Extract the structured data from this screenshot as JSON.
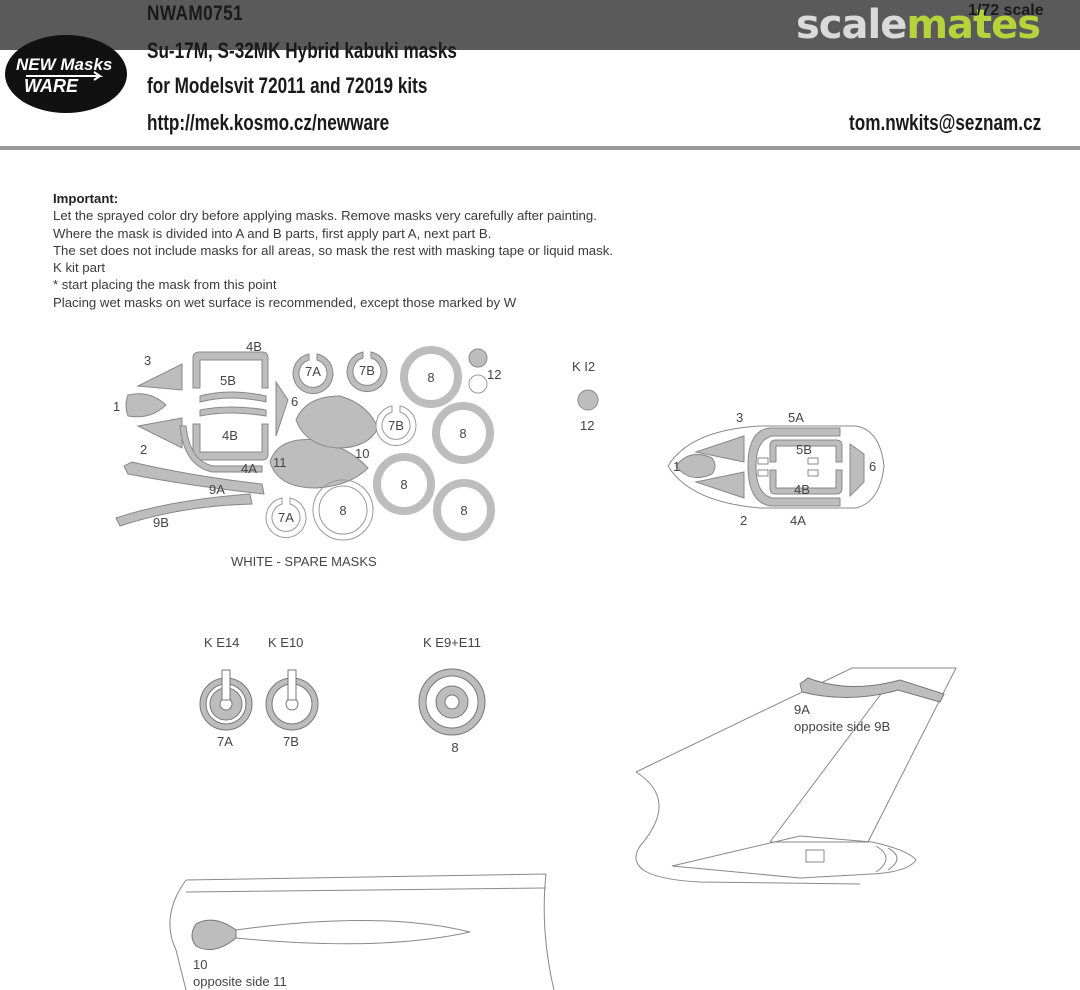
{
  "header": {
    "code": "NWAM0751",
    "scale": "1/72 scale",
    "title_line1": "Su-17M, S-32MK Hybrid kabuki masks",
    "title_line2": "for Modelsvit 72011 and 72019 kits",
    "url": "http://mek.kosmo.cz/newware",
    "email": "tom.nwkits@seznam.cz"
  },
  "logo": {
    "line1": "NEW Masks",
    "line2": "WARE"
  },
  "watermark": {
    "part1": "scale",
    "part2": "mates"
  },
  "notes": {
    "title": "Important:",
    "lines": [
      "Let the sprayed color dry before applying masks. Remove masks very carefully after painting.",
      "Where the mask is divided into A and B parts, first apply part A, next part B.",
      "The set does not include masks for all areas, so mask the rest with masking tape or liquid mask.",
      "K kit part",
      "*  start placing the mask from this point",
      "Placing wet masks on wet surface is recommended, except those marked by W"
    ]
  },
  "sheet": {
    "labels": {
      "m3": "3",
      "m4B": "4B",
      "m5B": "5B",
      "m1": "1",
      "m6": "6",
      "m4Bb": "4B",
      "m2": "2",
      "m4A": "4A",
      "m9A": "9A",
      "m9B": "9B",
      "m11": "11",
      "m10": "10",
      "m7A": "7A",
      "m7B": "7B",
      "m8a": "8",
      "m12": "12",
      "m7Bw": "7B",
      "m8b": "8",
      "m8c": "8",
      "m8w": "8",
      "m7Aw": "7A",
      "m8d": "8"
    },
    "spare_note": "WHITE - SPARE MASKS",
    "k_i12": "K I2",
    "i12_label": "12"
  },
  "canopy": {
    "labels": {
      "c3": "3",
      "c5A": "5A",
      "c5B": "5B",
      "c1": "1",
      "c6": "6",
      "c4B": "4B",
      "c2": "2",
      "c4A": "4A"
    }
  },
  "wheels": [
    {
      "kit": "K E14",
      "label": "7A"
    },
    {
      "kit": "K E10",
      "label": "7B"
    },
    {
      "kit": "K E9+E11",
      "label": "8"
    }
  ],
  "fin": {
    "label": "9A",
    "note": "opposite side 9B"
  },
  "fuselage": {
    "label": "10",
    "note": "opposite side 11"
  },
  "colors": {
    "mask": "#bdbdbd",
    "outline": "#777777",
    "band": "#5a5a5a",
    "accent": "#b6d33c"
  }
}
